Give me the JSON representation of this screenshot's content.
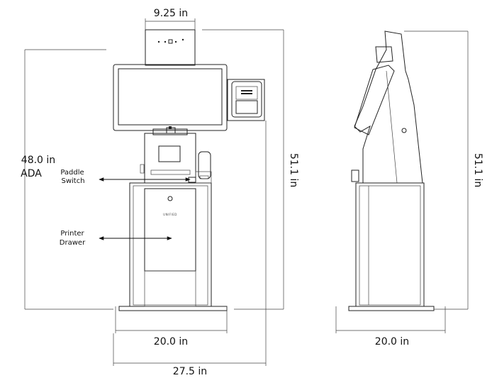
{
  "dimensions": {
    "top_width": "9.25  in",
    "ada_height_value": "48.0 in",
    "ada_height_tag": "ADA",
    "front_height": "51.1  in",
    "side_height": "51.1  in",
    "base_width_front": "20.0  in",
    "overall_width": "27.5  in",
    "base_width_side": "20.0  in"
  },
  "callouts": {
    "paddle_switch_line1": "Paddle",
    "paddle_switch_line2": "Switch",
    "printer_drawer_line1": "Printer",
    "printer_drawer_line2": "Drawer"
  },
  "device": {
    "logo_text": "UNIFIED"
  }
}
